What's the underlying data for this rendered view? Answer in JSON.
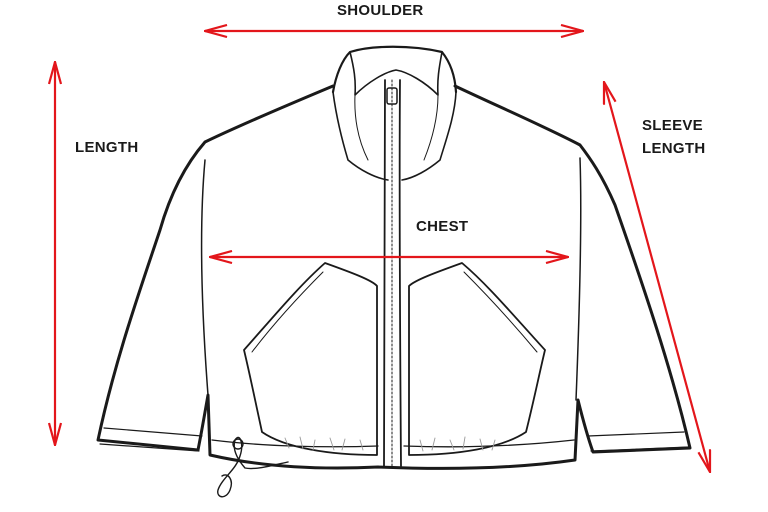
{
  "labels": {
    "shoulder": "SHOULDER",
    "length": "LENGTH",
    "chest": "CHEST",
    "sleeve_line1": "SLEEVE",
    "sleeve_line2": "LENGTH"
  },
  "colors": {
    "arrow": "#e3161b",
    "outline": "#1a1a1a",
    "text": "#1a1a1a"
  },
  "icons": {
    "garment": "jacket-line-drawing"
  }
}
